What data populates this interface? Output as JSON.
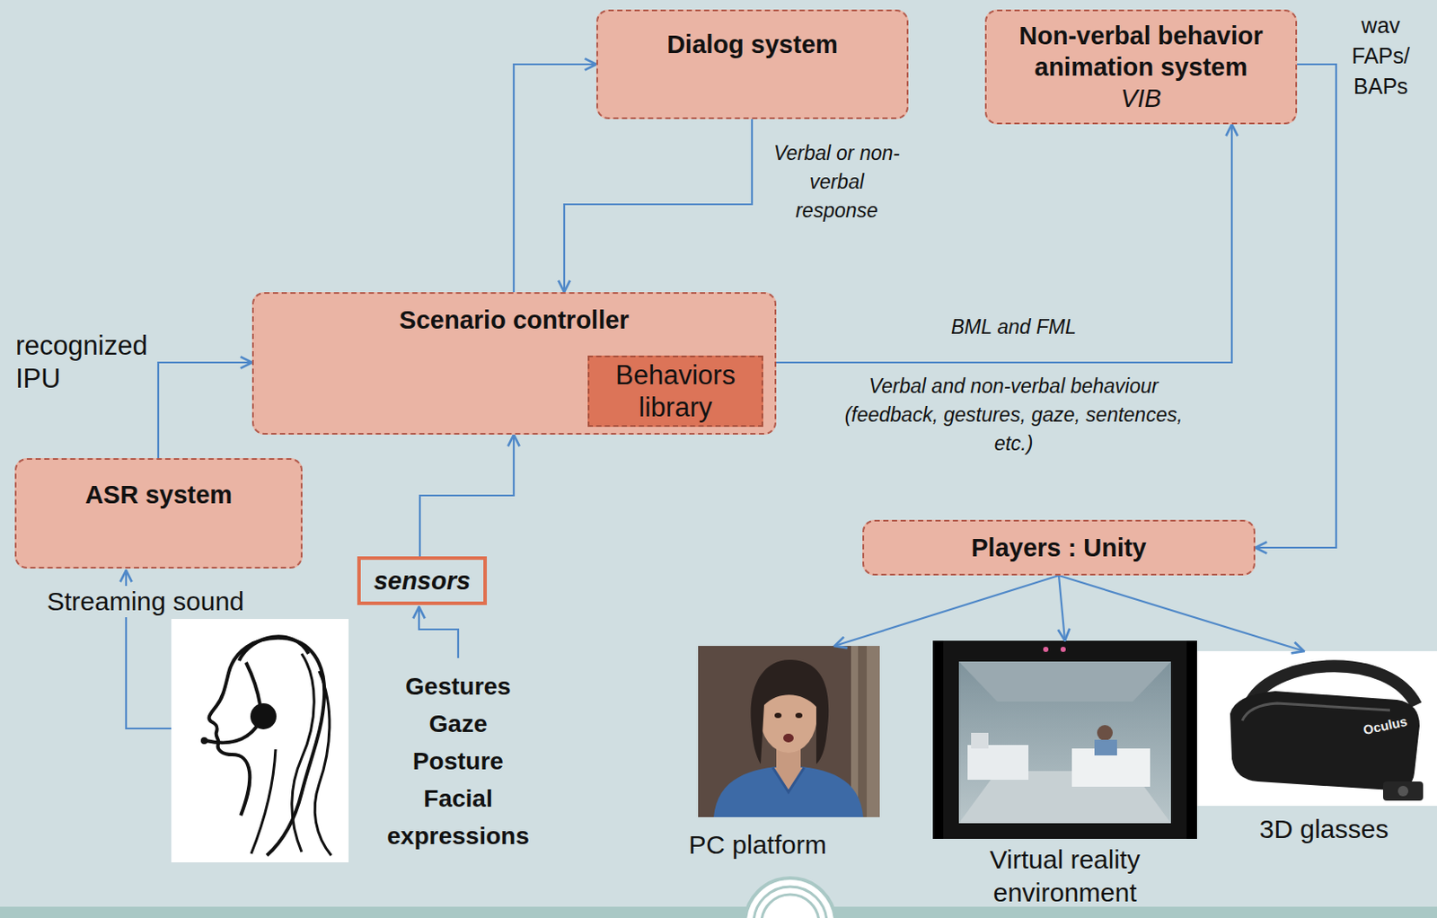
{
  "diagram": {
    "nodes": [
      {
        "text": [
          "Dialog system"
        ]
      },
      {
        "text": [
          "Non-verbal behavior animation system",
          "VIB"
        ]
      },
      {
        "text": [
          "Scenario controller"
        ]
      },
      {
        "text": [
          "Behaviors library"
        ],
        "in": 2
      },
      {
        "text": [
          "ASR system"
        ]
      },
      {
        "text": [
          "sensors"
        ]
      },
      {
        "text": [
          "Players : Unity"
        ]
      },
      {
        "text": [
          "PC platform"
        ]
      },
      {
        "text": [
          "Virtual reality environment"
        ]
      },
      {
        "text": [
          "3D glasses"
        ]
      }
    ],
    "edges": [
      {
        "from": 2,
        "to": 0,
        "arrow": "to"
      },
      {
        "from": 0,
        "to": 2,
        "arrow": "to",
        "label": "Verbal or non-verbal response"
      },
      {
        "from": 4,
        "to": 2,
        "arrow": "to",
        "label": "recognized IPU"
      },
      {
        "from": 5,
        "to": 2,
        "arrow": "to"
      },
      {
        "from": 2,
        "to": 1,
        "arrow": "to",
        "label": "BML and FML"
      },
      {
        "from": 1,
        "to": 6,
        "arrow": "to",
        "label": "wav FAPs/ BAPs"
      },
      {
        "from": 6,
        "to": 7,
        "arrow": "to"
      },
      {
        "from": 6,
        "to": 8,
        "arrow": "to"
      },
      {
        "from": 6,
        "to": 9,
        "arrow": "to"
      }
    ],
    "labels": [
      "Verbal and non-verbal behaviour (feedback, gestures, gaze, sentences, etc.)",
      "Streaming sound",
      "Gestures Gaze Posture Facial expressions",
      "Oculus"
    ]
  }
}
